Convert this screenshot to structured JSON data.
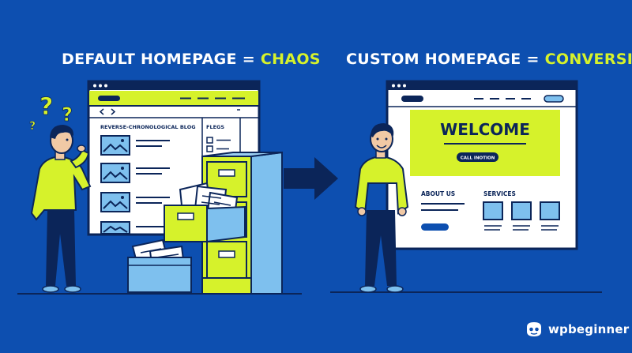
{
  "left_panel": {
    "heading_main": "DEFAULT HOMEPAGE = ",
    "heading_accent": "CHAOS",
    "blog_label": "REVERSE-CHRONOLOGICAL BLOG",
    "sidebar_label": "FLEGS",
    "question_mark_left": "?",
    "question_mark_right": "?"
  },
  "right_panel": {
    "heading_main": "CUSTOM HOMEPAGE = ",
    "heading_accent": "CONVERSIONS",
    "welcome_text": "WELCOME",
    "cta_label": "CALL INOTION",
    "about_label": "ABOUT US",
    "services_label": "SERVICES"
  },
  "brand": {
    "logo_text": "wpbeginner",
    "logo_icon": "wpbeginner-mascot-icon"
  },
  "colors": {
    "background": "#0d4fb0",
    "accent": "#d6f22b",
    "outline": "#0b2559",
    "light_blue": "#7ec0ee",
    "white": "#ffffff"
  }
}
